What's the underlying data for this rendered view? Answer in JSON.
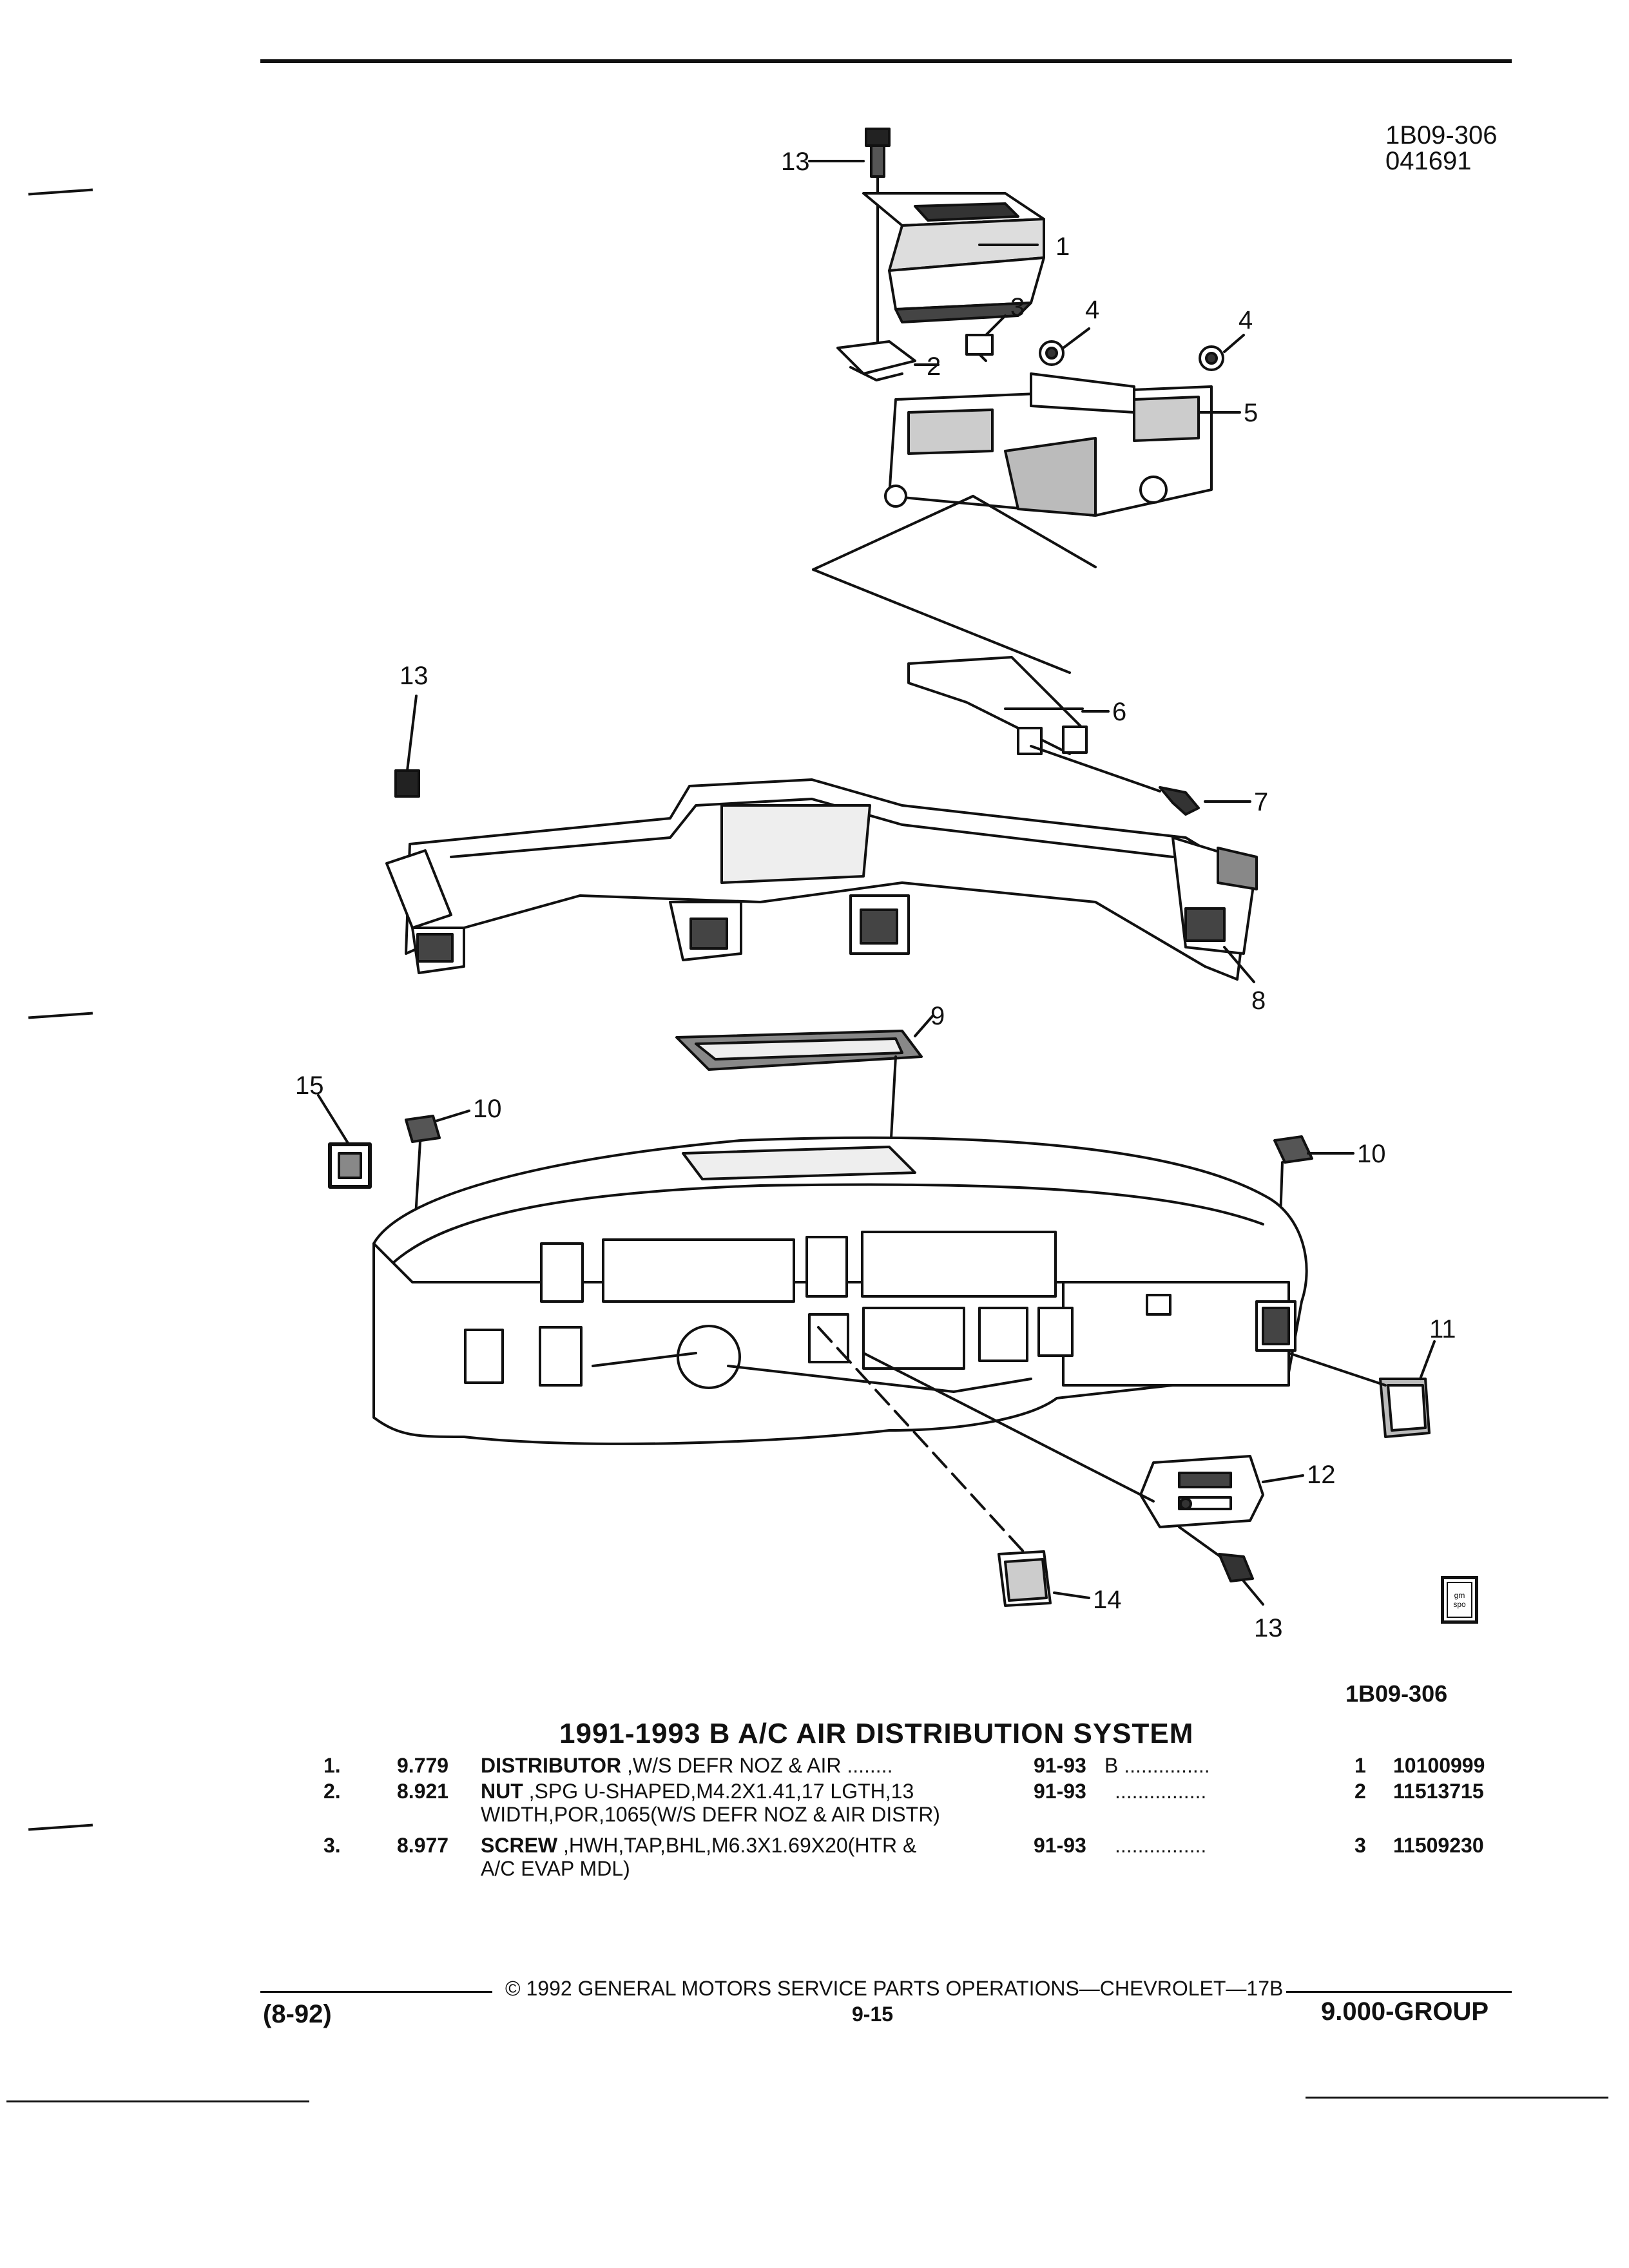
{
  "header": {
    "code_line1": "1B09-306",
    "code_line2": "041691"
  },
  "callouts": [
    "13",
    "1",
    "3",
    "4",
    "4",
    "2",
    "5",
    "13",
    "6",
    "7",
    "8",
    "9",
    "15",
    "10",
    "10",
    "11",
    "12",
    "14",
    "13"
  ],
  "figure_ref": "1B09-306",
  "title": "1991-1993 B A/C AIR DISTRIBUTION SYSTEM",
  "parts": [
    {
      "num": "1.",
      "code": "9.779",
      "name": "DISTRIBUTOR",
      "desc": " ,W/S DEFR NOZ & AIR ........",
      "desc2": "",
      "years": "91-93",
      "note": "B ...............",
      "qty": "1",
      "part_no": "10100999"
    },
    {
      "num": "2.",
      "code": "8.921",
      "name": "NUT",
      "desc": " ,SPG U-SHAPED,M4.2X1.41,17 LGTH,13",
      "desc2": "WIDTH,POR,1065(W/S DEFR NOZ & AIR DISTR)",
      "years": "91-93",
      "note": "................",
      "qty": "2",
      "part_no": "11513715"
    },
    {
      "num": "3.",
      "code": "8.977",
      "name": "SCREW",
      "desc": " ,HWH,TAP,BHL,M6.3X1.69X20(HTR &",
      "desc2": "A/C EVAP MDL)",
      "years": "91-93",
      "note": "................",
      "qty": "3",
      "part_no": "11509230"
    }
  ],
  "footer": {
    "copyright": "© 1992 GENERAL MOTORS SERVICE PARTS OPERATIONS—CHEVROLET—17B",
    "date_code": "(8-92)",
    "page": "9-15",
    "group": "9.000-GROUP"
  },
  "logo_text": "gm spo"
}
